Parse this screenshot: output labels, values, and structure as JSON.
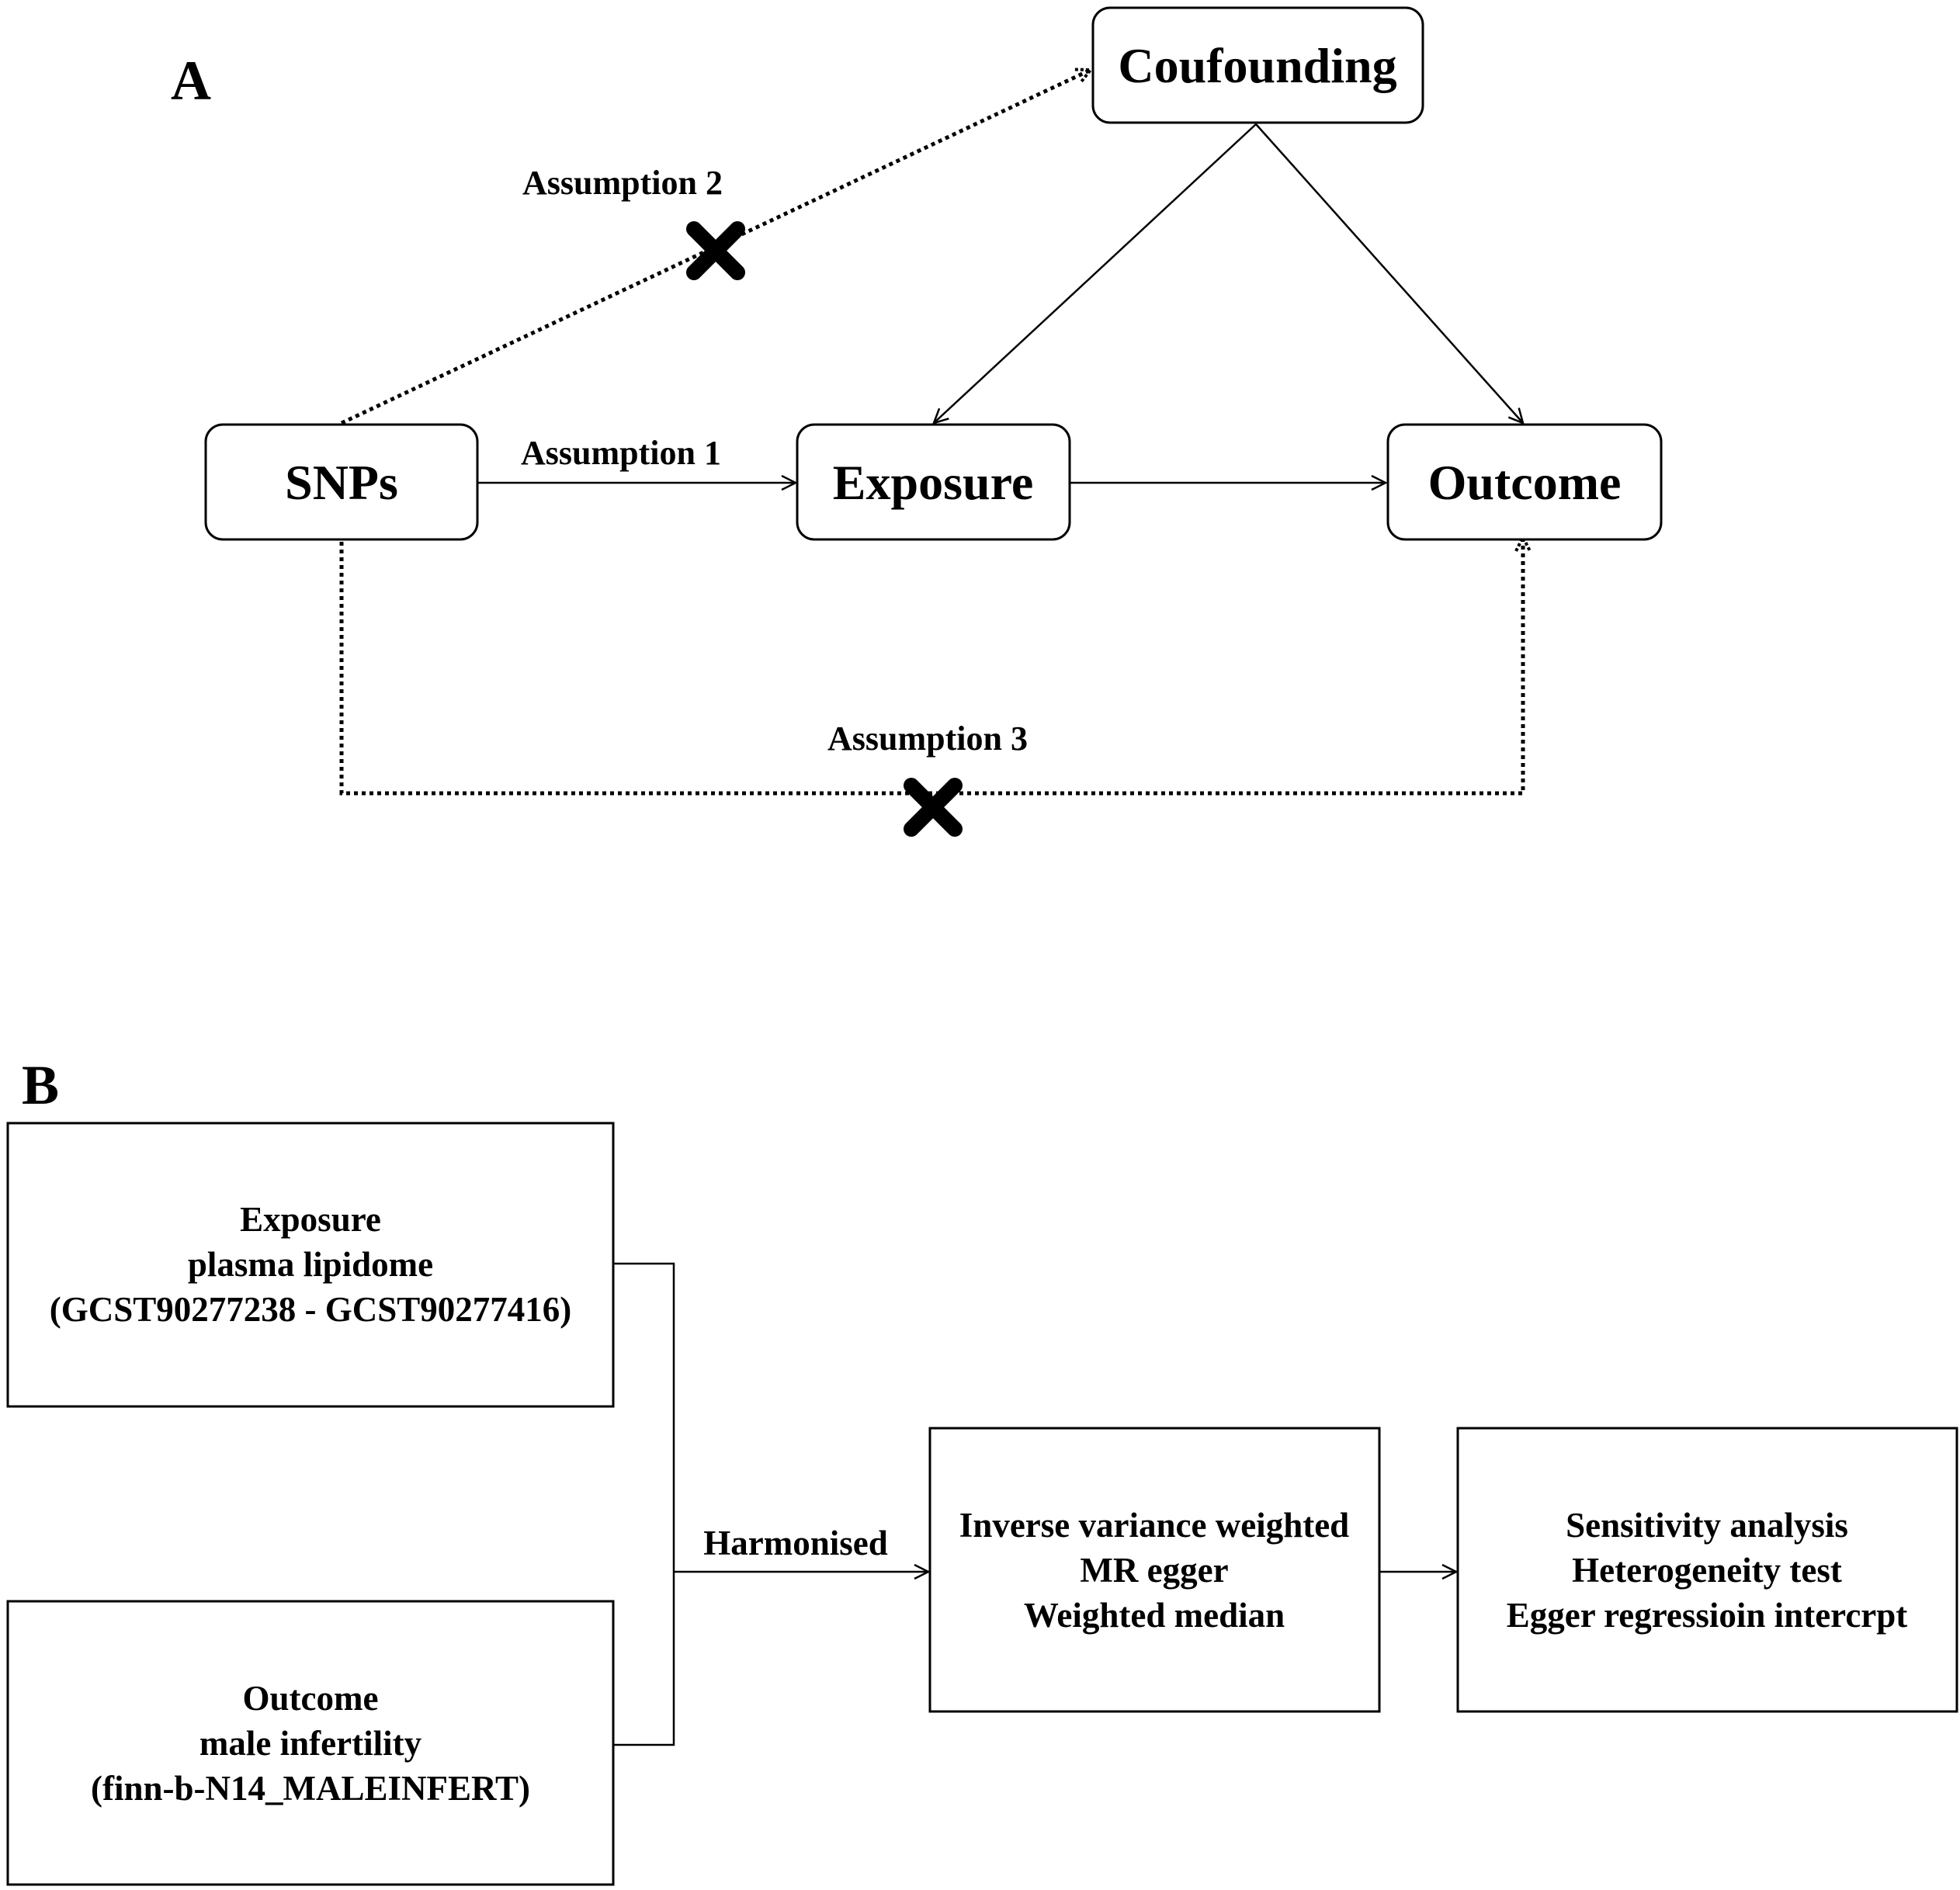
{
  "panel_a": {
    "letter": "A",
    "nodes": {
      "confounding": "Coufounding",
      "snps": "SNPs",
      "exposure": "Exposure",
      "outcome": "Outcome"
    },
    "assumptions": {
      "a1": "Assumption 1",
      "a2": "Assumption 2",
      "a3": "Assumption 3"
    }
  },
  "panel_b": {
    "letter": "B",
    "exposure_box": [
      "Exposure",
      "plasma lipidome",
      "(GCST90277238 - GCST90277416)"
    ],
    "outcome_box": [
      "Outcome",
      "male infertility",
      "(finn-b-N14_MALEINFERT)"
    ],
    "harmonised_label": "Harmonised",
    "methods_box": [
      "Inverse variance weighted",
      "MR egger",
      "Weighted median"
    ],
    "sensitivity_box": [
      "Sensitivity analysis",
      "Heterogeneity test",
      "Egger regressioin intercrpt"
    ]
  }
}
